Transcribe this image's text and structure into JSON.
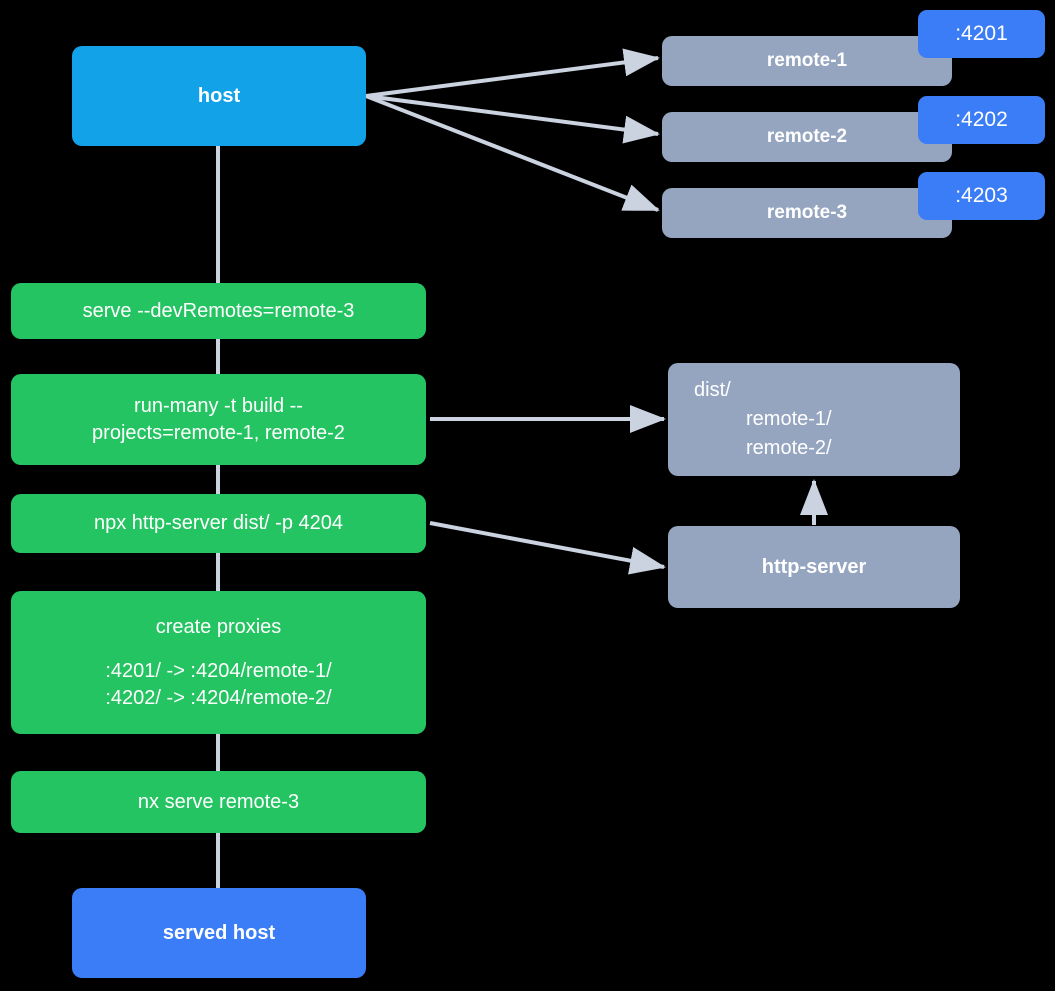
{
  "diagram": {
    "title": "nx module federation host and remotes serving flow",
    "colors": {
      "host": "#12A2E8",
      "remote": "#95A5C0",
      "command": "#25C462",
      "served_host": "#3B7DF6",
      "port_badge": "#3B7DF6",
      "edge": "#CBD2E0",
      "background": "#000000",
      "text": "#FFFFFF"
    },
    "nodes": {
      "host": {
        "label": "host"
      },
      "remote_1": {
        "label": "remote-1",
        "port": ":4201"
      },
      "remote_2": {
        "label": "remote-2",
        "port": ":4202"
      },
      "remote_3": {
        "label": "remote-3",
        "port": ":4203"
      },
      "cmd_serve": {
        "label": "serve --devRemotes=remote-3"
      },
      "cmd_run_many": {
        "line1": "run-many -t build --",
        "line2": "projects=remote-1, remote-2"
      },
      "cmd_http_server": {
        "label": "npx http-server dist/ -p 4204"
      },
      "cmd_create_proxies": {
        "title": "create proxies",
        "mapping1": ":4201/ -> :4204/remote-1/",
        "mapping2": ":4202/ -> :4204/remote-2/"
      },
      "cmd_nx_serve": {
        "label": "nx serve remote-3"
      },
      "served_host": {
        "label": "served host"
      },
      "dist": {
        "line1": "dist/",
        "line2": "remote-1/",
        "line3": "remote-2/"
      },
      "http_server": {
        "label": "http-server"
      }
    },
    "edges": [
      {
        "from": "host",
        "to": "remote-1",
        "arrow": true
      },
      {
        "from": "host",
        "to": "remote-2",
        "arrow": true
      },
      {
        "from": "host",
        "to": "remote-3",
        "arrow": true
      },
      {
        "from": "host",
        "to": "cmd_serve",
        "arrow": false
      },
      {
        "from": "cmd_serve",
        "to": "cmd_run_many",
        "arrow": false
      },
      {
        "from": "cmd_run_many",
        "to": "dist",
        "arrow": true
      },
      {
        "from": "cmd_run_many",
        "to": "cmd_http_server",
        "arrow": false
      },
      {
        "from": "cmd_http_server",
        "to": "http_server",
        "arrow": true
      },
      {
        "from": "cmd_http_server",
        "to": "cmd_create_proxies",
        "arrow": false
      },
      {
        "from": "http_server",
        "to": "dist",
        "arrow": true
      },
      {
        "from": "cmd_create_proxies",
        "to": "cmd_nx_serve",
        "arrow": false
      },
      {
        "from": "cmd_nx_serve",
        "to": "served_host",
        "arrow": false
      }
    ]
  }
}
